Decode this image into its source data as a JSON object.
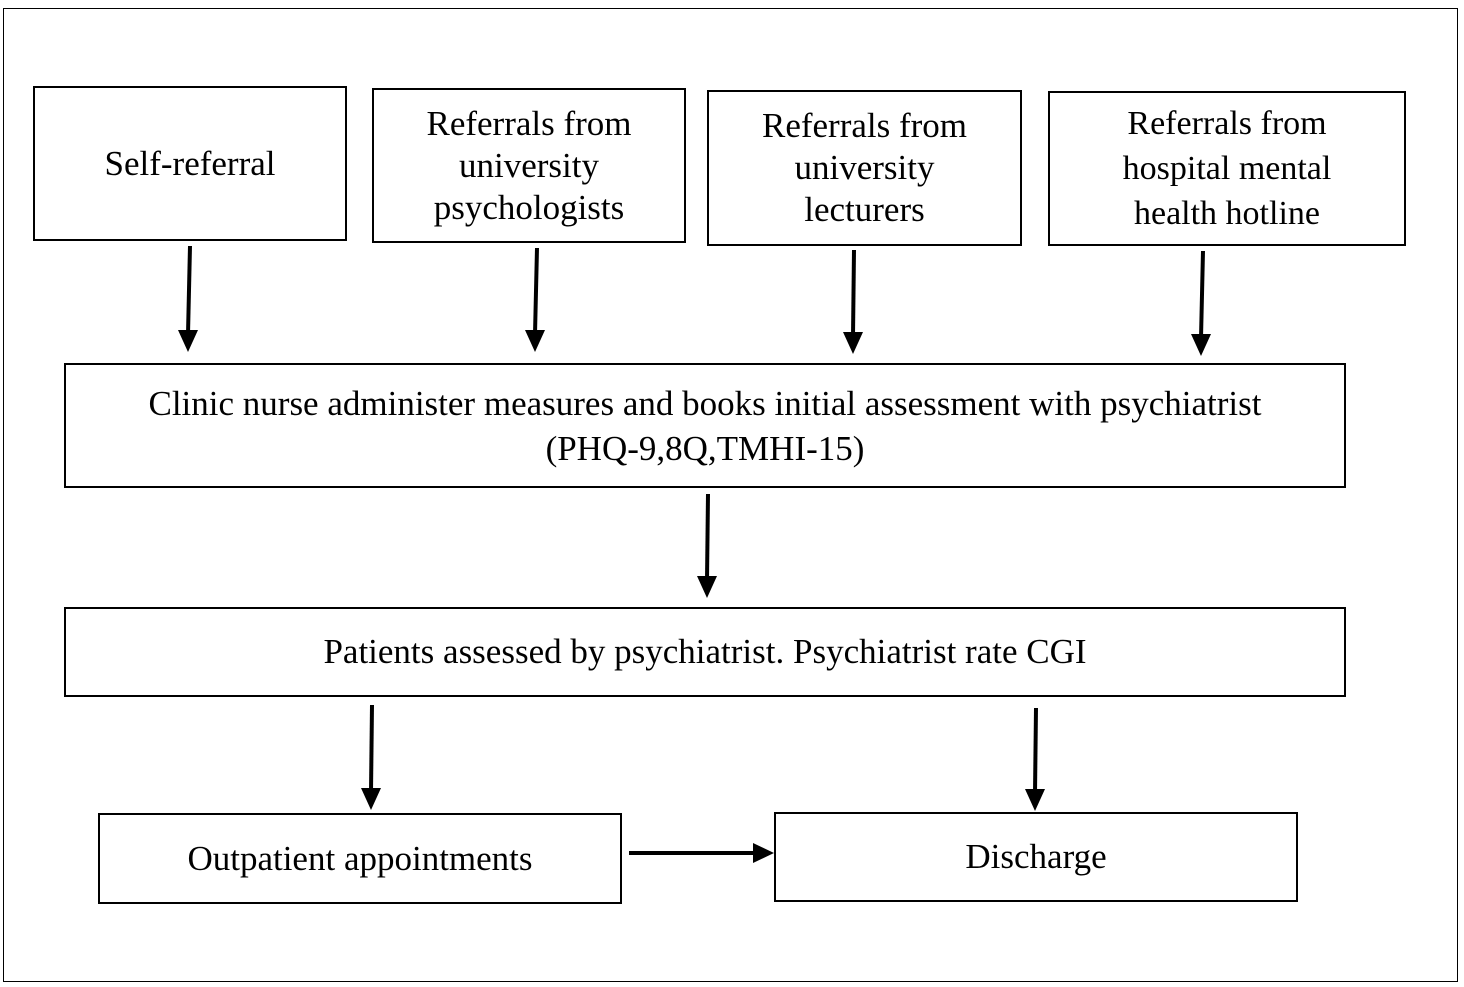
{
  "nodes": {
    "self_referral": "Self-referral",
    "referrals_psychologists": "Referrals from\nuniversity\npsychologists",
    "referrals_lecturers": "Referrals from\nuniversity\nlecturers",
    "referrals_hotline": "Referrals from\nhospital mental\nhealth hotline",
    "clinic_nurse": "Clinic nurse administer measures and books initial assessment with psychiatrist\n(PHQ-9,8Q,TMHI-15)",
    "assessment": "Patients assessed by psychiatrist. Psychiatrist rate CGI",
    "outpatient": "Outpatient appointments",
    "discharge": "Discharge"
  },
  "edges": [
    {
      "from": "Self-referral",
      "to": "Clinic nurse administer measures and books initial assessment with psychiatrist"
    },
    {
      "from": "Referrals from university psychologists",
      "to": "Clinic nurse administer measures and books initial assessment with psychiatrist"
    },
    {
      "from": "Referrals from university lecturers",
      "to": "Clinic nurse administer measures and books initial assessment with psychiatrist"
    },
    {
      "from": "Referrals from hospital mental health hotline",
      "to": "Clinic nurse administer measures and books initial assessment with psychiatrist"
    },
    {
      "from": "Clinic nurse administer measures and books initial assessment with psychiatrist",
      "to": "Patients assessed by psychiatrist. Psychiatrist rate CGI"
    },
    {
      "from": "Patients assessed by psychiatrist. Psychiatrist rate CGI",
      "to": "Outpatient appointments"
    },
    {
      "from": "Patients assessed by psychiatrist. Psychiatrist rate CGI",
      "to": "Discharge"
    },
    {
      "from": "Outpatient appointments",
      "to": "Discharge"
    }
  ]
}
